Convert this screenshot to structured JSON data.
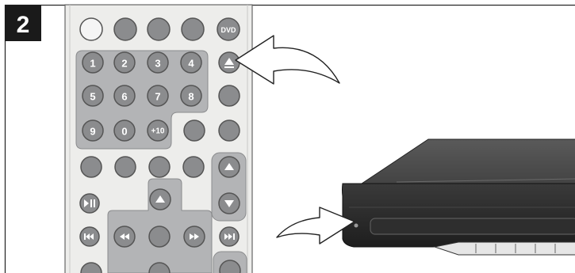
{
  "step_badge": {
    "number": "2"
  },
  "remote": {
    "top_button_label": "DVD",
    "number_buttons": [
      "1",
      "2",
      "3",
      "4",
      "5",
      "6",
      "7",
      "8",
      "9",
      "0",
      "+10"
    ],
    "eject_icon": "eject-triangle-icon",
    "transport_icons": {
      "play_pause": "play-pause-icon",
      "skip_back": "skip-back-icon",
      "rewind": "rewind-icon",
      "forward": "fast-forward-icon",
      "skip_forward": "skip-forward-icon",
      "up": "up-arrow-icon",
      "down": "down-arrow-icon"
    }
  },
  "colors": {
    "remote_body": "#ededeb",
    "keypad_panel": "#b3b4b6",
    "button_gray": "#8b8c8e",
    "button_white": "#f5f5f5",
    "player_top": "#4a4a4a",
    "player_front": "#2a2a2a",
    "badge": "#1a1a1a"
  }
}
